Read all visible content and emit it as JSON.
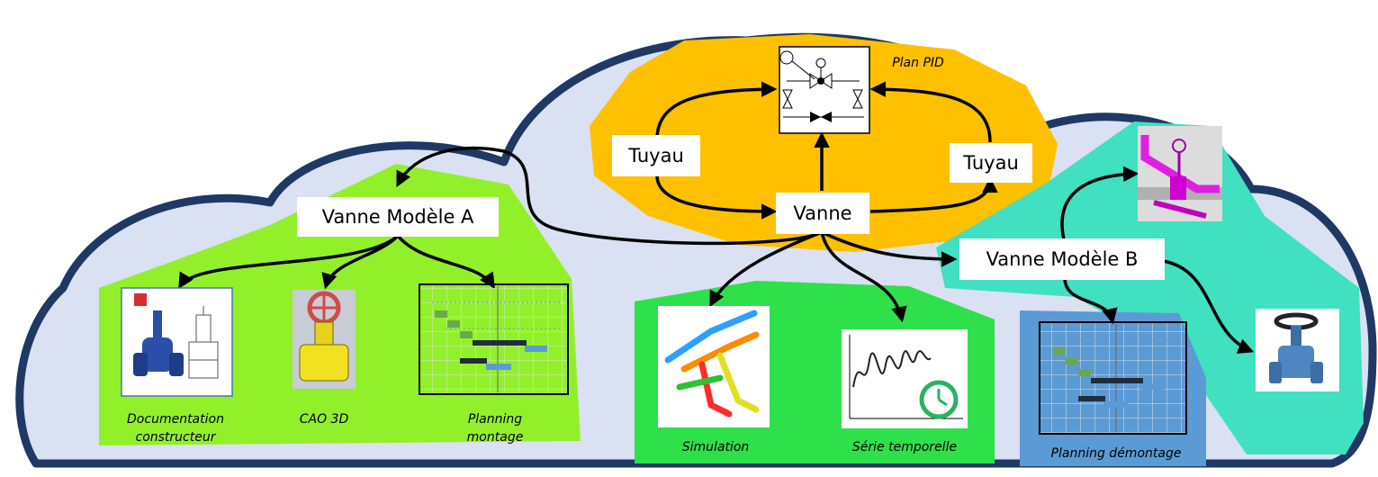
{
  "nodes": {
    "vanne": "Vanne",
    "tuyau_left": "Tuyau",
    "tuyau_right": "Tuyau",
    "model_a": "Vanne Modèle A",
    "model_b": "Vanne Modèle B"
  },
  "captions": {
    "plan_pid": "Plan PID",
    "doc_line1": "Documentation",
    "doc_line2": "constructeur",
    "cao": "CAO 3D",
    "planning_line1": "Planning",
    "planning_line2": "montage",
    "simulation": "Simulation",
    "serie": "Série temporelle",
    "demontage": "Planning démontage"
  },
  "icons": [
    "pid-diagram-icon",
    "valve-documentation-icon",
    "cad-valve-icon",
    "gantt-chart-icon",
    "pipe-simulation-icon",
    "time-series-clock-icon",
    "piping-3d-icon",
    "valve-photo-icon"
  ],
  "colors": {
    "cloud_fill": "#d9e1f2",
    "cloud_outline": "#1f3864",
    "orange_zone": "#ffc000",
    "green_zone_a": "#92f02a",
    "green_zone_sim": "#2ee04a",
    "teal_zone": "#40e0c0",
    "blue_zone": "#5b9bd5"
  }
}
